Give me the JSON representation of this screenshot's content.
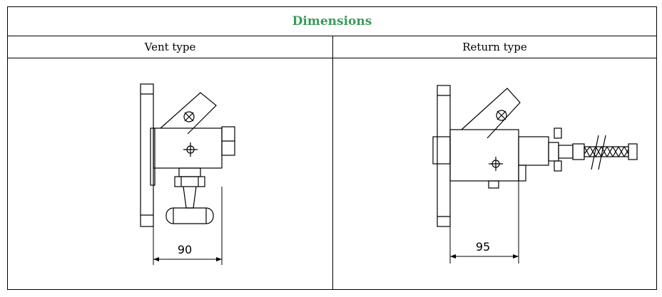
{
  "title": "Dimensions",
  "columns": [
    {
      "label": "Vent type",
      "dimension": "90"
    },
    {
      "label": "Return type",
      "dimension": "95"
    }
  ]
}
